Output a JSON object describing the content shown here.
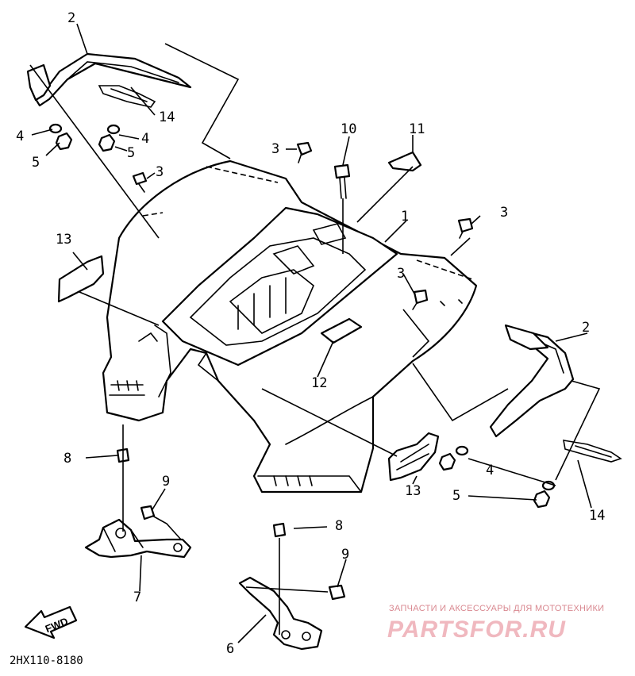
{
  "diagram": {
    "callouts": {
      "c1": "1",
      "c2a": "2",
      "c2b": "2",
      "c3a": "3",
      "c3b": "3",
      "c3c": "3",
      "c3d": "3",
      "c4a": "4",
      "c4b": "4",
      "c4c": "4",
      "c5a": "5",
      "c5b": "5",
      "c5c": "5",
      "c6": "6",
      "c7": "7",
      "c8a": "8",
      "c8b": "8",
      "c9a": "9",
      "c9b": "9",
      "c10": "10",
      "c11": "11",
      "c12": "12",
      "c13a": "13",
      "c13b": "13",
      "c14a": "14",
      "c14b": "14"
    },
    "reference_code": "2HX110-8180",
    "direction_arrow": "FWD",
    "watermark": {
      "tagline": "ЗАПЧАСТИ И АКСЕССУАРЫ ДЛЯ МОТОТЕХНИКИ",
      "brand": "PARTSFOR.RU"
    }
  }
}
